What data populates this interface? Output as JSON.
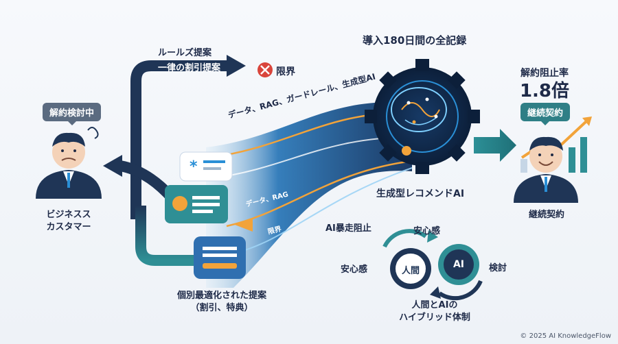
{
  "header": {
    "title": "導入180日間の全記録"
  },
  "customer": {
    "status_badge": "解約検討中",
    "name_line1": "ビジネスス",
    "name_line2": "カスタマー"
  },
  "rule_based": {
    "label": "ルールズ提案",
    "arrow_text": "一律の割引提案",
    "limit_text": "限界"
  },
  "flow": {
    "top_stream_text": "データ、RAG、ガードレール、生成型AI",
    "mid_stream_text": "データ、RAG",
    "low_stream_text": "限界",
    "ai_block_text": "AI暴走阻止"
  },
  "engine": {
    "label": "生成型レコメンドAI"
  },
  "proposal": {
    "line1": "個別最適化された提案",
    "line2": "（割引、特典）"
  },
  "result": {
    "rate_label": "解約阻止率",
    "rate_value": "1.8倍",
    "badge": "継続契約",
    "customer_label": "継続契約"
  },
  "hybrid": {
    "top_text": "安心感",
    "left_text": "安心感",
    "right_text": "検討",
    "human_gear": "人間",
    "ai_gear": "AI",
    "caption_line1": "人間とAIの",
    "caption_line2": "ハイブリッド体制"
  },
  "footer": {
    "copyright": "© 2025 AI KnowledgeFlow"
  },
  "colors": {
    "navy": "#1f3556",
    "teal": "#2f8f95",
    "blue": "#2a8fd6",
    "orange": "#f2a33a",
    "red": "#d9453b"
  }
}
